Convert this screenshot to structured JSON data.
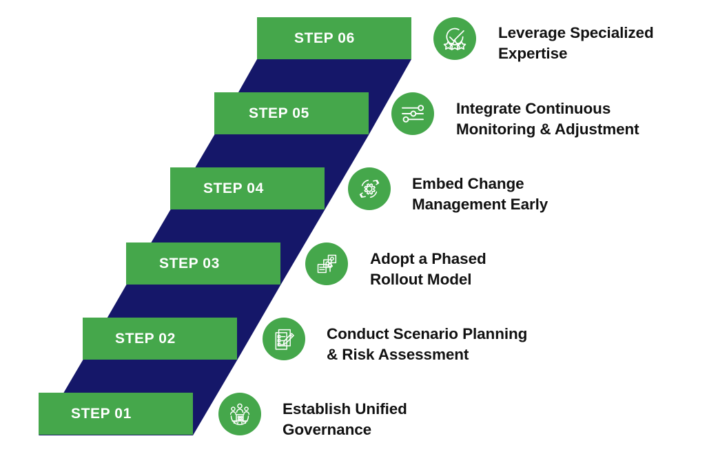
{
  "theme": {
    "background": "#ffffff",
    "bar_color": "#45a74b",
    "fold_color": "#151769",
    "icon_circle_color": "#45a74b",
    "icon_stroke_color": "#ffffff",
    "text_color": "#111111",
    "bar_text_color": "#ffffff"
  },
  "steps": [
    {
      "id": "step-06",
      "bar_label": "STEP 06",
      "title": "Leverage Specialized\nExpertise",
      "title_line1": "Leverage Specialized",
      "title_line2": "Expertise",
      "icon": "badge-check-stars-icon"
    },
    {
      "id": "step-05",
      "bar_label": "STEP 05",
      "title": "Integrate Continuous\nMonitoring & Adjustment",
      "title_line1": "Integrate Continuous",
      "title_line2": "Monitoring & Adjustment",
      "icon": "sliders-settings-icon"
    },
    {
      "id": "step-04",
      "bar_label": "STEP 04",
      "title": "Embed Change\nManagement Early",
      "title_line1": "Embed Change",
      "title_line2": "Management Early",
      "icon": "hands-gear-change-icon"
    },
    {
      "id": "step-03",
      "bar_label": "STEP 03",
      "title": "Adopt a Phased\nRollout Model",
      "title_line1": "Adopt a Phased",
      "title_line2": "Rollout Model",
      "icon": "phased-rollout-stack-icon"
    },
    {
      "id": "step-02",
      "bar_label": "STEP 02",
      "title": "Conduct Scenario Planning\n& Risk Assessment",
      "title_line1": "Conduct Scenario Planning",
      "title_line2": "& Risk Assessment",
      "icon": "checklist-pencil-icon"
    },
    {
      "id": "step-01",
      "bar_label": "STEP 01",
      "title": "Establish Unified\nGovernance",
      "title_line1": "Establish Unified",
      "title_line2": "Governance",
      "icon": "governance-people-gear-icon"
    }
  ]
}
